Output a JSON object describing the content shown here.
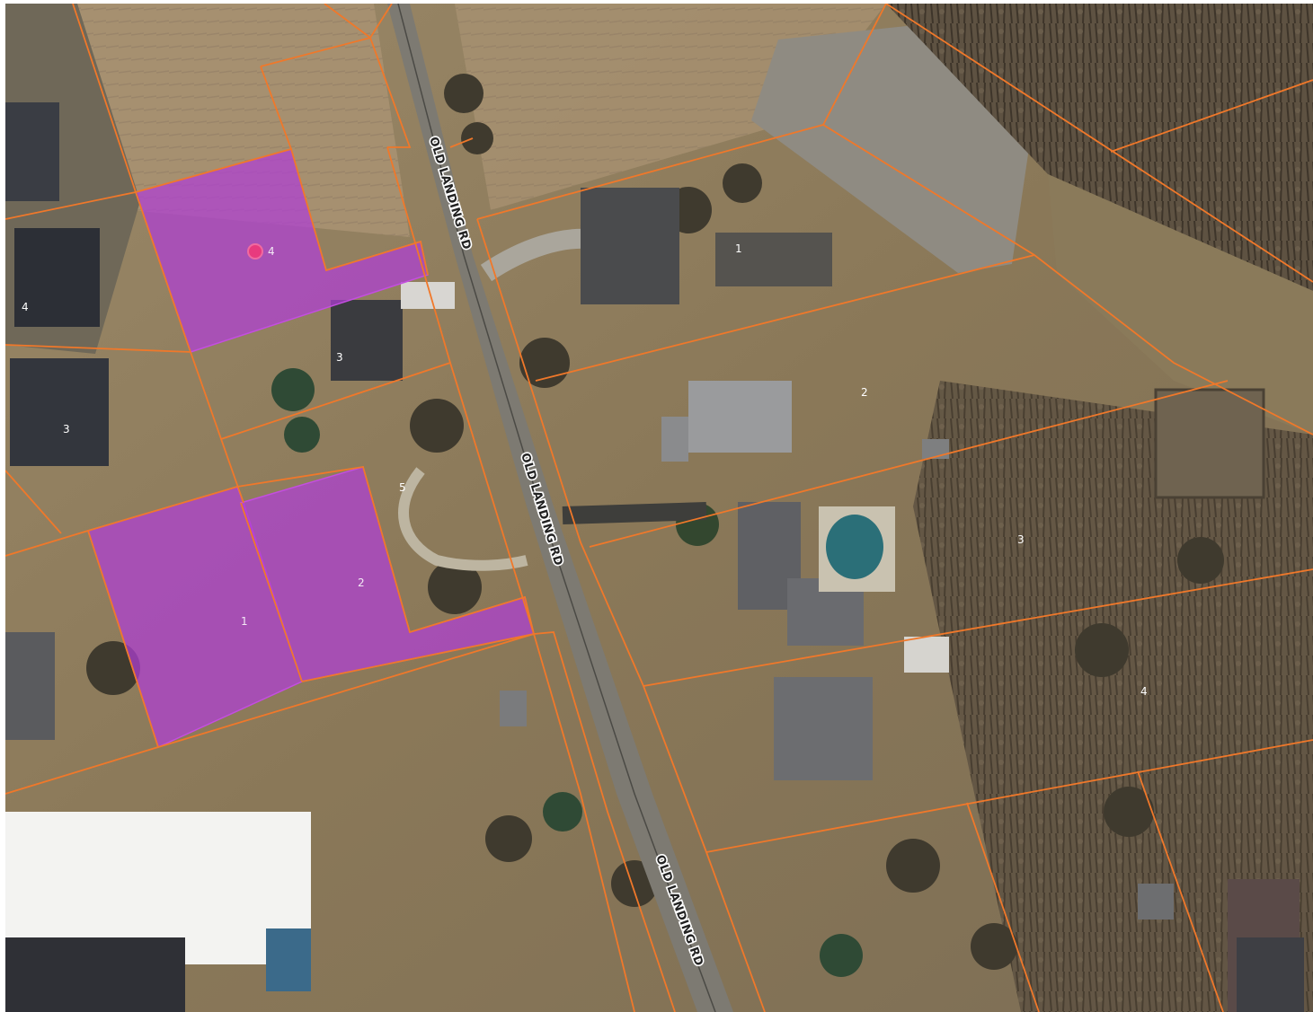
{
  "map": {
    "road_labels": [
      "OLD LANDING RD",
      "OLD LANDING RD",
      "OLD LANDING RD"
    ],
    "lot_numbers": [
      "4",
      "4",
      "3",
      "3",
      "5",
      "1",
      "2",
      "1",
      "2",
      "3",
      "4"
    ],
    "colors": {
      "parcel_boundary": "#f0782a",
      "selected_parcel_fill": "#b03fd6",
      "marker": "#e83a7e",
      "road": "#7d7a72"
    },
    "marker": "point-marker-icon"
  }
}
